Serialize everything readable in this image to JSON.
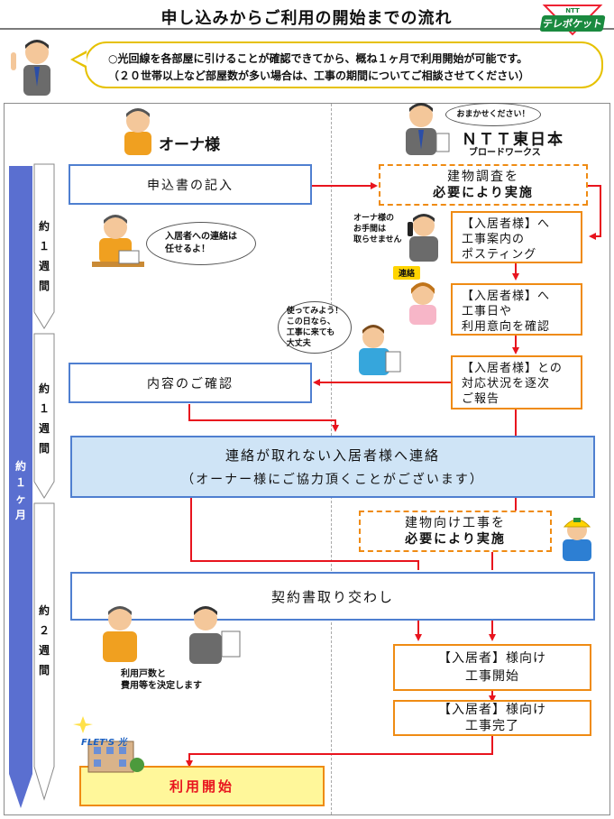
{
  "title": "申し込みからご利用の開始までの流れ",
  "brand": {
    "sub": "NTT",
    "name": "テレポケット"
  },
  "notice": {
    "line1": "○光回線を各部屋に引けることが確認できてから、概ね１ヶ月で利用開始が可能です。",
    "line2": "（２０世帯以上など部屋数が多い場合は、工事の期間についてご相談させてください）"
  },
  "columns": {
    "owner": "オーナ様",
    "ntt_name": "ＮＴＴ東日本",
    "ntt_sub": "ブロードワークス",
    "ntt_bubble": "おまかせください！"
  },
  "timeline": {
    "month_label": [
      "約",
      "１",
      "ヶ",
      "月"
    ],
    "periods": [
      [
        "約",
        "１",
        "週",
        "間"
      ],
      [
        "約",
        "１",
        "週",
        "間"
      ],
      [
        "約",
        "２",
        "週",
        "間"
      ]
    ]
  },
  "steps": {
    "apply": "申込書の記入",
    "survey": [
      "建物調査を",
      "必要により実施"
    ],
    "posting": [
      "【入居者様】へ",
      "工事案内の",
      "ポスティング"
    ],
    "confirm_intent": [
      "【入居者様】へ",
      "工事日や",
      "利用意向を確認"
    ],
    "report": [
      "【入居者様】との",
      "対応状況を逐次",
      "ご報告"
    ],
    "review": "内容のご確認",
    "contact": [
      "連絡が取れない入居者様へ連絡",
      "（オーナー様にご協力頂くことがございます）"
    ],
    "building_work": [
      "建物向け工事を",
      "必要により実施"
    ],
    "contract": "契約書取り交わし",
    "work_start": [
      "【入居者】様向け",
      "工事開始"
    ],
    "work_done": [
      "【入居者】様向け",
      "工事完了"
    ],
    "service_start": "利用開始"
  },
  "notes": {
    "owner_bubble": [
      "入居者への連絡は",
      "任せるよ！"
    ],
    "owner_no_trouble": [
      "オーナ様の",
      "お手間は",
      "取らせません"
    ],
    "liaison": "連絡",
    "resident_bubble": [
      "使ってみよう！",
      "この日なら、",
      "工事に来ても",
      "大丈夫"
    ],
    "decide": [
      "利用戸数と",
      "費用等を決定します"
    ],
    "flets": "FLET'S 光"
  },
  "colors": {
    "blue": "#4f7fd0",
    "orange": "#ef8b13",
    "red": "#e8141e",
    "timeline": "#5a6fd0",
    "highlight": "#fff79a",
    "contact_fill": "#cfe4f6"
  }
}
